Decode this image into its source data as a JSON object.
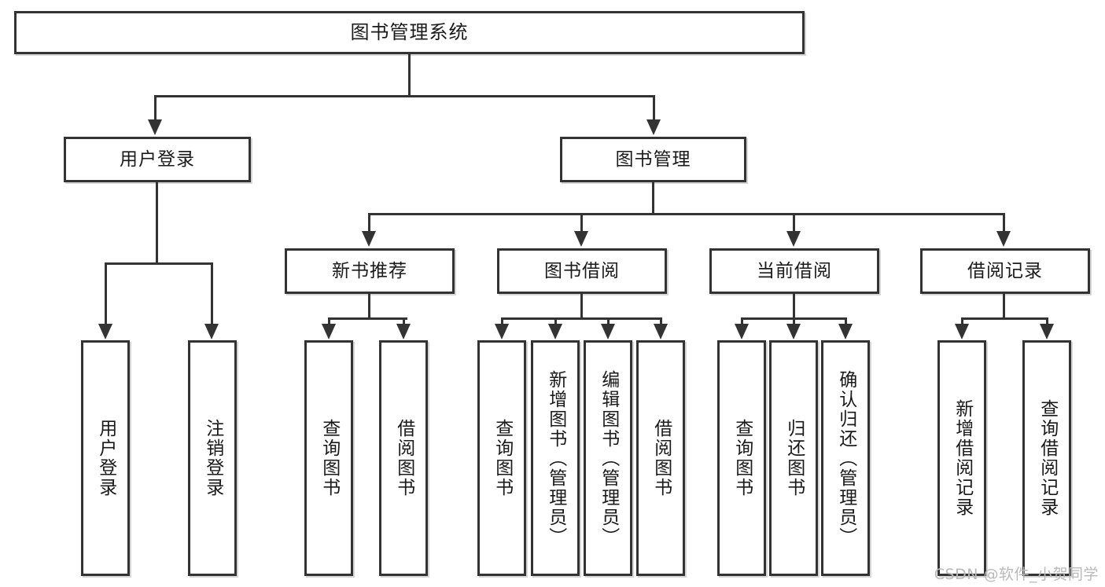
{
  "diagram": {
    "type": "tree-hierarchy",
    "title": "图书管理系统",
    "watermark": "CSDN @软件_小贺同学",
    "colors": {
      "box_border": "#333333",
      "box_fill": "#ffffff",
      "connector": "#333333",
      "text": "#1a1a1a",
      "watermark": "#b9b9b9",
      "background": "#ffffff"
    },
    "root": {
      "label": "图书管理系统"
    },
    "level1": [
      {
        "id": "user-login",
        "label": "用户登录"
      },
      {
        "id": "book-manage",
        "label": "图书管理"
      }
    ],
    "level2": [
      {
        "id": "new-book-recommend",
        "label": "新书推荐",
        "parent": "book-manage"
      },
      {
        "id": "book-borrow",
        "label": "图书借阅",
        "parent": "book-manage"
      },
      {
        "id": "current-borrow",
        "label": "当前借阅",
        "parent": "book-manage"
      },
      {
        "id": "borrow-record",
        "label": "借阅记录",
        "parent": "book-manage"
      }
    ],
    "leaves": [
      {
        "id": "leaf-user-login",
        "label": "用户登录",
        "parent": "user-login"
      },
      {
        "id": "leaf-user-logout",
        "label": "注销登录",
        "parent": "user-login"
      },
      {
        "id": "leaf-query-book-1",
        "label": "查询图书",
        "parent": "new-book-recommend"
      },
      {
        "id": "leaf-borrow-book-1",
        "label": "借阅图书",
        "parent": "new-book-recommend"
      },
      {
        "id": "leaf-query-book-2",
        "label": "查询图书",
        "parent": "book-borrow"
      },
      {
        "id": "leaf-add-book",
        "label": "新增图书（管理员）",
        "parent": "book-borrow"
      },
      {
        "id": "leaf-edit-book",
        "label": "编辑图书（管理员）",
        "parent": "book-borrow"
      },
      {
        "id": "leaf-borrow-book-2",
        "label": "借阅图书",
        "parent": "book-borrow"
      },
      {
        "id": "leaf-query-book-3",
        "label": "查询图书",
        "parent": "current-borrow"
      },
      {
        "id": "leaf-return-book",
        "label": "归还图书",
        "parent": "current-borrow"
      },
      {
        "id": "leaf-confirm-return",
        "label": "确认归还（管理员）",
        "parent": "current-borrow"
      },
      {
        "id": "leaf-add-record",
        "label": "新增借阅记录",
        "parent": "borrow-record"
      },
      {
        "id": "leaf-query-record",
        "label": "查询借阅记录",
        "parent": "borrow-record"
      }
    ]
  }
}
